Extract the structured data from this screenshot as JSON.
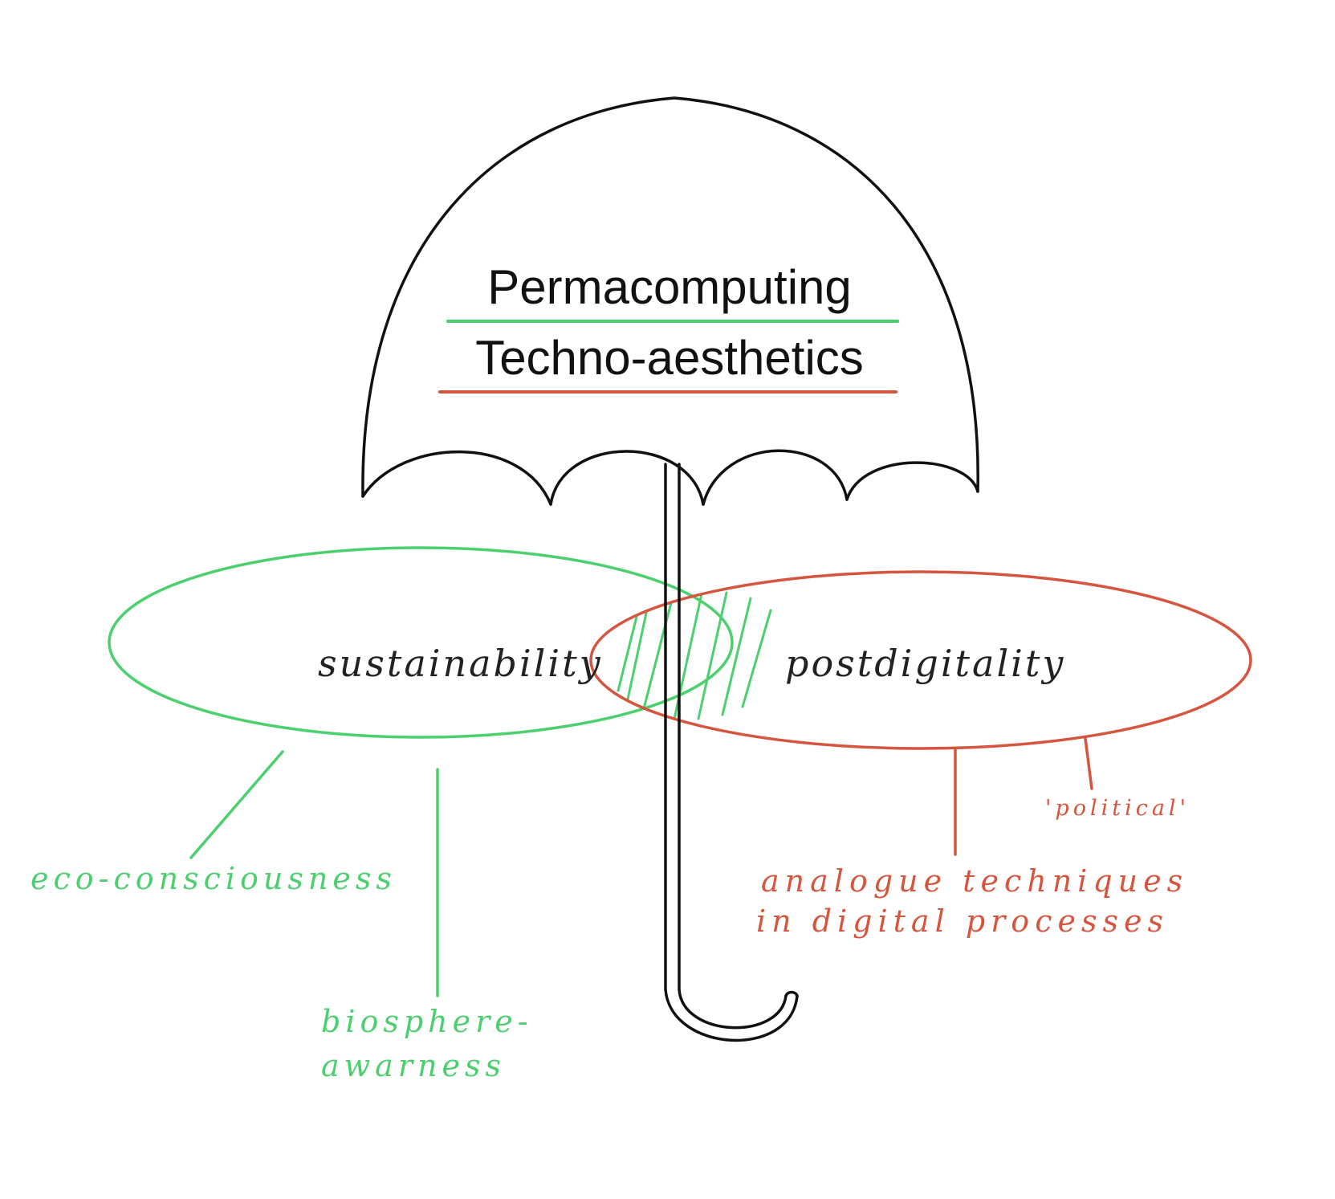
{
  "title": {
    "line1": "Permacomputing",
    "line2": "Techno-aesthetics"
  },
  "circles": {
    "left": {
      "label": "sustainability",
      "color": "#4ccf6e"
    },
    "right": {
      "label": "postdigitality",
      "color": "#d6553f"
    }
  },
  "annotations": {
    "eco": "eco-consciousness",
    "biosphere_1": "biosphere-",
    "biosphere_2": "awarness",
    "political": "'political'",
    "analogue_1": "analogue techniques",
    "analogue_2": "in digital processes"
  },
  "colors": {
    "ink": "#111111",
    "green": "#4ccf6e",
    "red": "#d6553f"
  }
}
